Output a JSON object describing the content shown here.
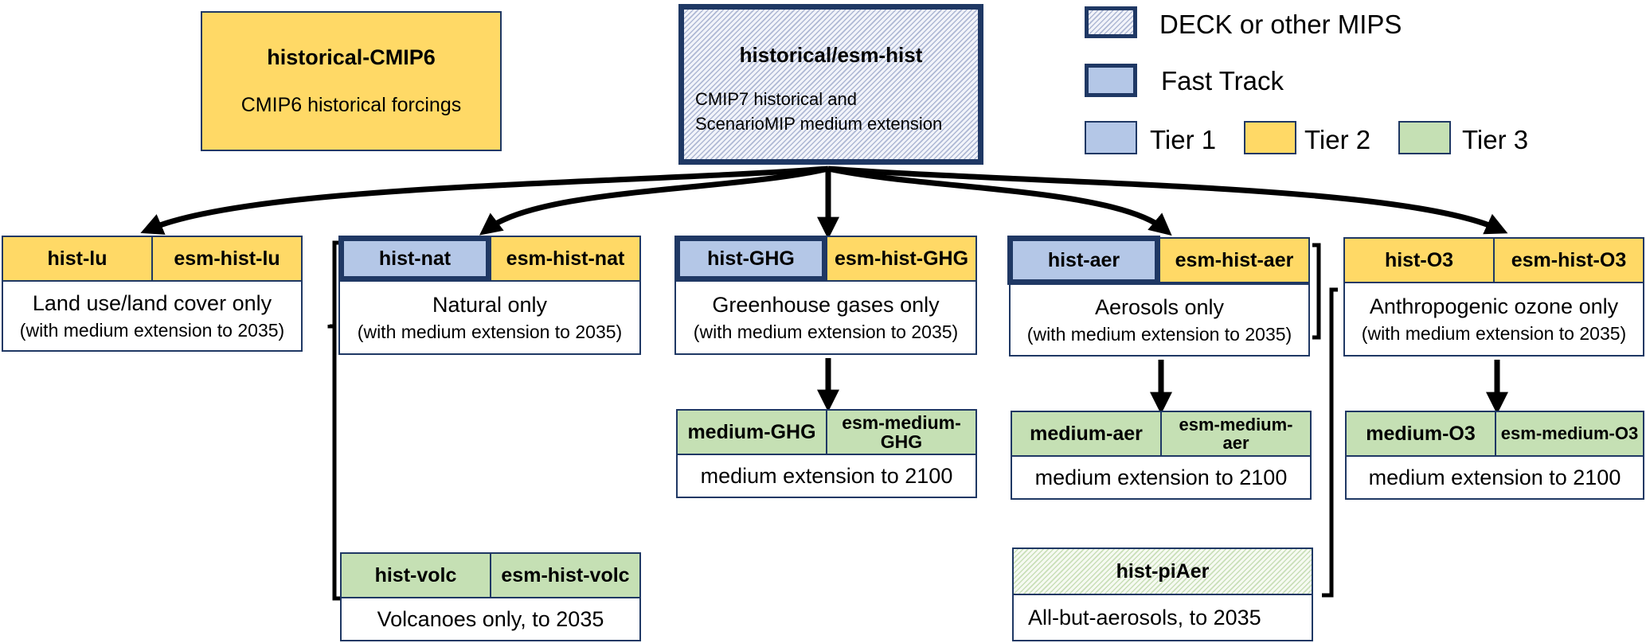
{
  "cmip6_box": {
    "title": "historical-CMIP6",
    "subtitle": "CMIP6 historical forcings"
  },
  "root": {
    "title": "historical/esm-hist",
    "line1": "CMIP7 historical and",
    "line2": "ScenarioMIP medium extension"
  },
  "legend": {
    "deck": "DECK or other MIPS",
    "fast_track": "Fast Track",
    "tier1": "Tier 1",
    "tier2": "Tier 2",
    "tier3": "Tier 3"
  },
  "experiments": {
    "lu": {
      "a": "hist-lu",
      "b": "esm-hist-lu",
      "line1": "Land use/land cover only",
      "line2": "(with medium extension to 2035)"
    },
    "nat": {
      "a": "hist-nat",
      "b": "esm-hist-nat",
      "line1": "Natural only",
      "line2": "(with medium extension to 2035)"
    },
    "ghg": {
      "a": "hist-GHG",
      "b": "esm-hist-GHG",
      "line1": "Greenhouse gases only",
      "line2": "(with medium extension to 2035)"
    },
    "aer": {
      "a": "hist-aer",
      "b": "esm-hist-aer",
      "line1": "Aerosols only",
      "line2": "(with medium extension to 2035)"
    },
    "o3": {
      "a": "hist-O3",
      "b": "esm-hist-O3",
      "line1": "Anthropogenic ozone only",
      "line2": "(with medium extension to 2035)"
    }
  },
  "medium": {
    "ghg": {
      "a": "medium-GHG",
      "b1": "esm-medium-",
      "b2": "GHG",
      "desc": "medium extension to 2100"
    },
    "aer": {
      "a": "medium-aer",
      "b1": "esm-medium-",
      "b2": "aer",
      "desc": "medium extension to 2100"
    },
    "o3": {
      "a": "medium-O3",
      "b": "esm-medium-O3",
      "desc": "medium extension to 2100"
    }
  },
  "volc": {
    "a": "hist-volc",
    "b": "esm-hist-volc",
    "desc": "Volcanoes only, to 2035"
  },
  "piaer": {
    "a": "hist-piAer",
    "desc": "All-but-aerosols, to 2035"
  }
}
